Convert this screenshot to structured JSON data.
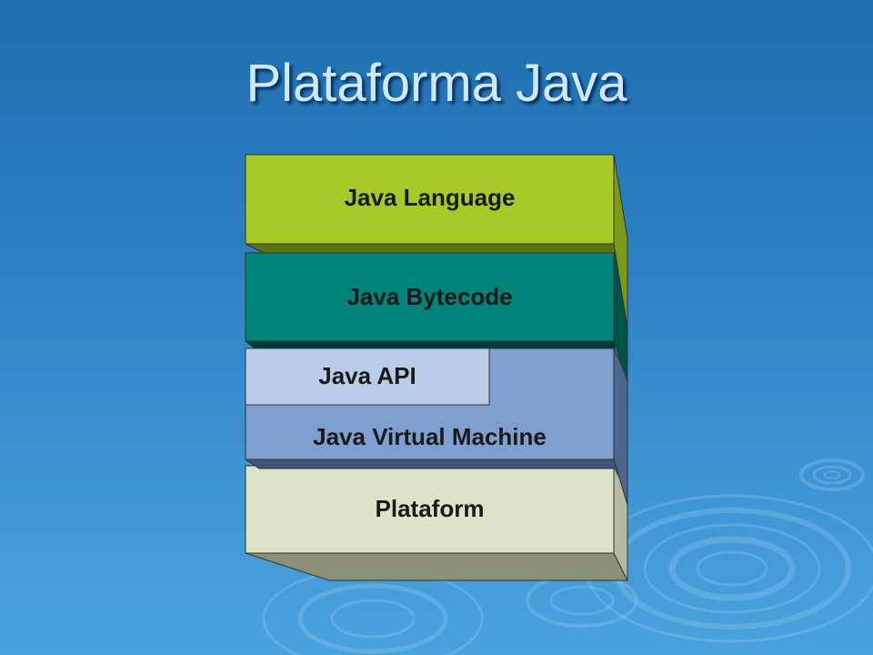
{
  "slide": {
    "title": "Plataforma Java"
  },
  "layers": {
    "language": {
      "label": "Java Language",
      "face_color": "#a6cb29",
      "side_color": "#7a9a18"
    },
    "bytecode": {
      "label": "Java Bytecode",
      "face_color": "#00847a",
      "side_color": "#00524c"
    },
    "api": {
      "label": "Java API",
      "face_color": "#b9cde9"
    },
    "jvm": {
      "label": "Java Virtual Machine",
      "face_color": "#7f9fd0",
      "side_color": "#4d6690"
    },
    "platform": {
      "label": "Plataform",
      "face_color": "#dde3c9",
      "side_color": "#b5bba2"
    }
  },
  "colors": {
    "background_top": "#1f6fb0",
    "background_bottom": "#4aa2dd",
    "title_text": "#cfe9fb"
  }
}
